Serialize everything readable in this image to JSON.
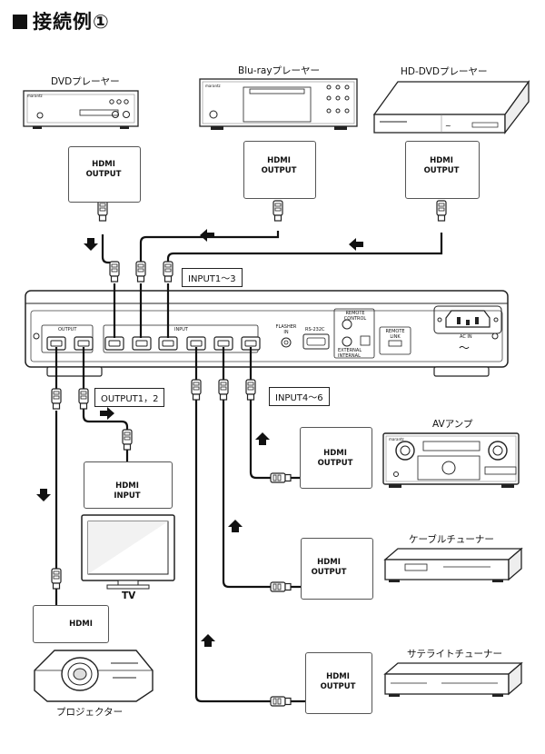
{
  "title": "接続例①",
  "devices": {
    "dvd": "DVDプレーヤー",
    "bluray": "Blu-rayプレーヤー",
    "hddvd": "HD-DVDプレーヤー",
    "av_amp": "AVアンプ",
    "cable_tuner": "ケーブルチューナー",
    "satellite_tuner": "サテライトチューナー",
    "tv": "TV",
    "projector": "プロジェクター"
  },
  "ports": {
    "hdmi_output": [
      "HDMI",
      "OUTPUT"
    ],
    "hdmi_input": [
      "HDMI",
      "INPUT"
    ],
    "hdmi": "HDMI"
  },
  "tags": {
    "input_1_3": "INPUT1～3",
    "output_1_2": "OUTPUT1，2",
    "input_4_6": "INPUT4～6"
  },
  "panel": {
    "output": "OUTPUT",
    "input": "INPUT",
    "flasher_in": [
      "FLASHER",
      "IN"
    ],
    "rs232c": "RS-232C",
    "remote_control": [
      "REMOTE",
      "CONTROL"
    ],
    "external_internal": [
      "EXTERNAL",
      "INTERNAL"
    ],
    "remote_link": [
      "REMOTE",
      "LINK"
    ],
    "ac_in": "AC IN"
  },
  "brand": "marantz"
}
